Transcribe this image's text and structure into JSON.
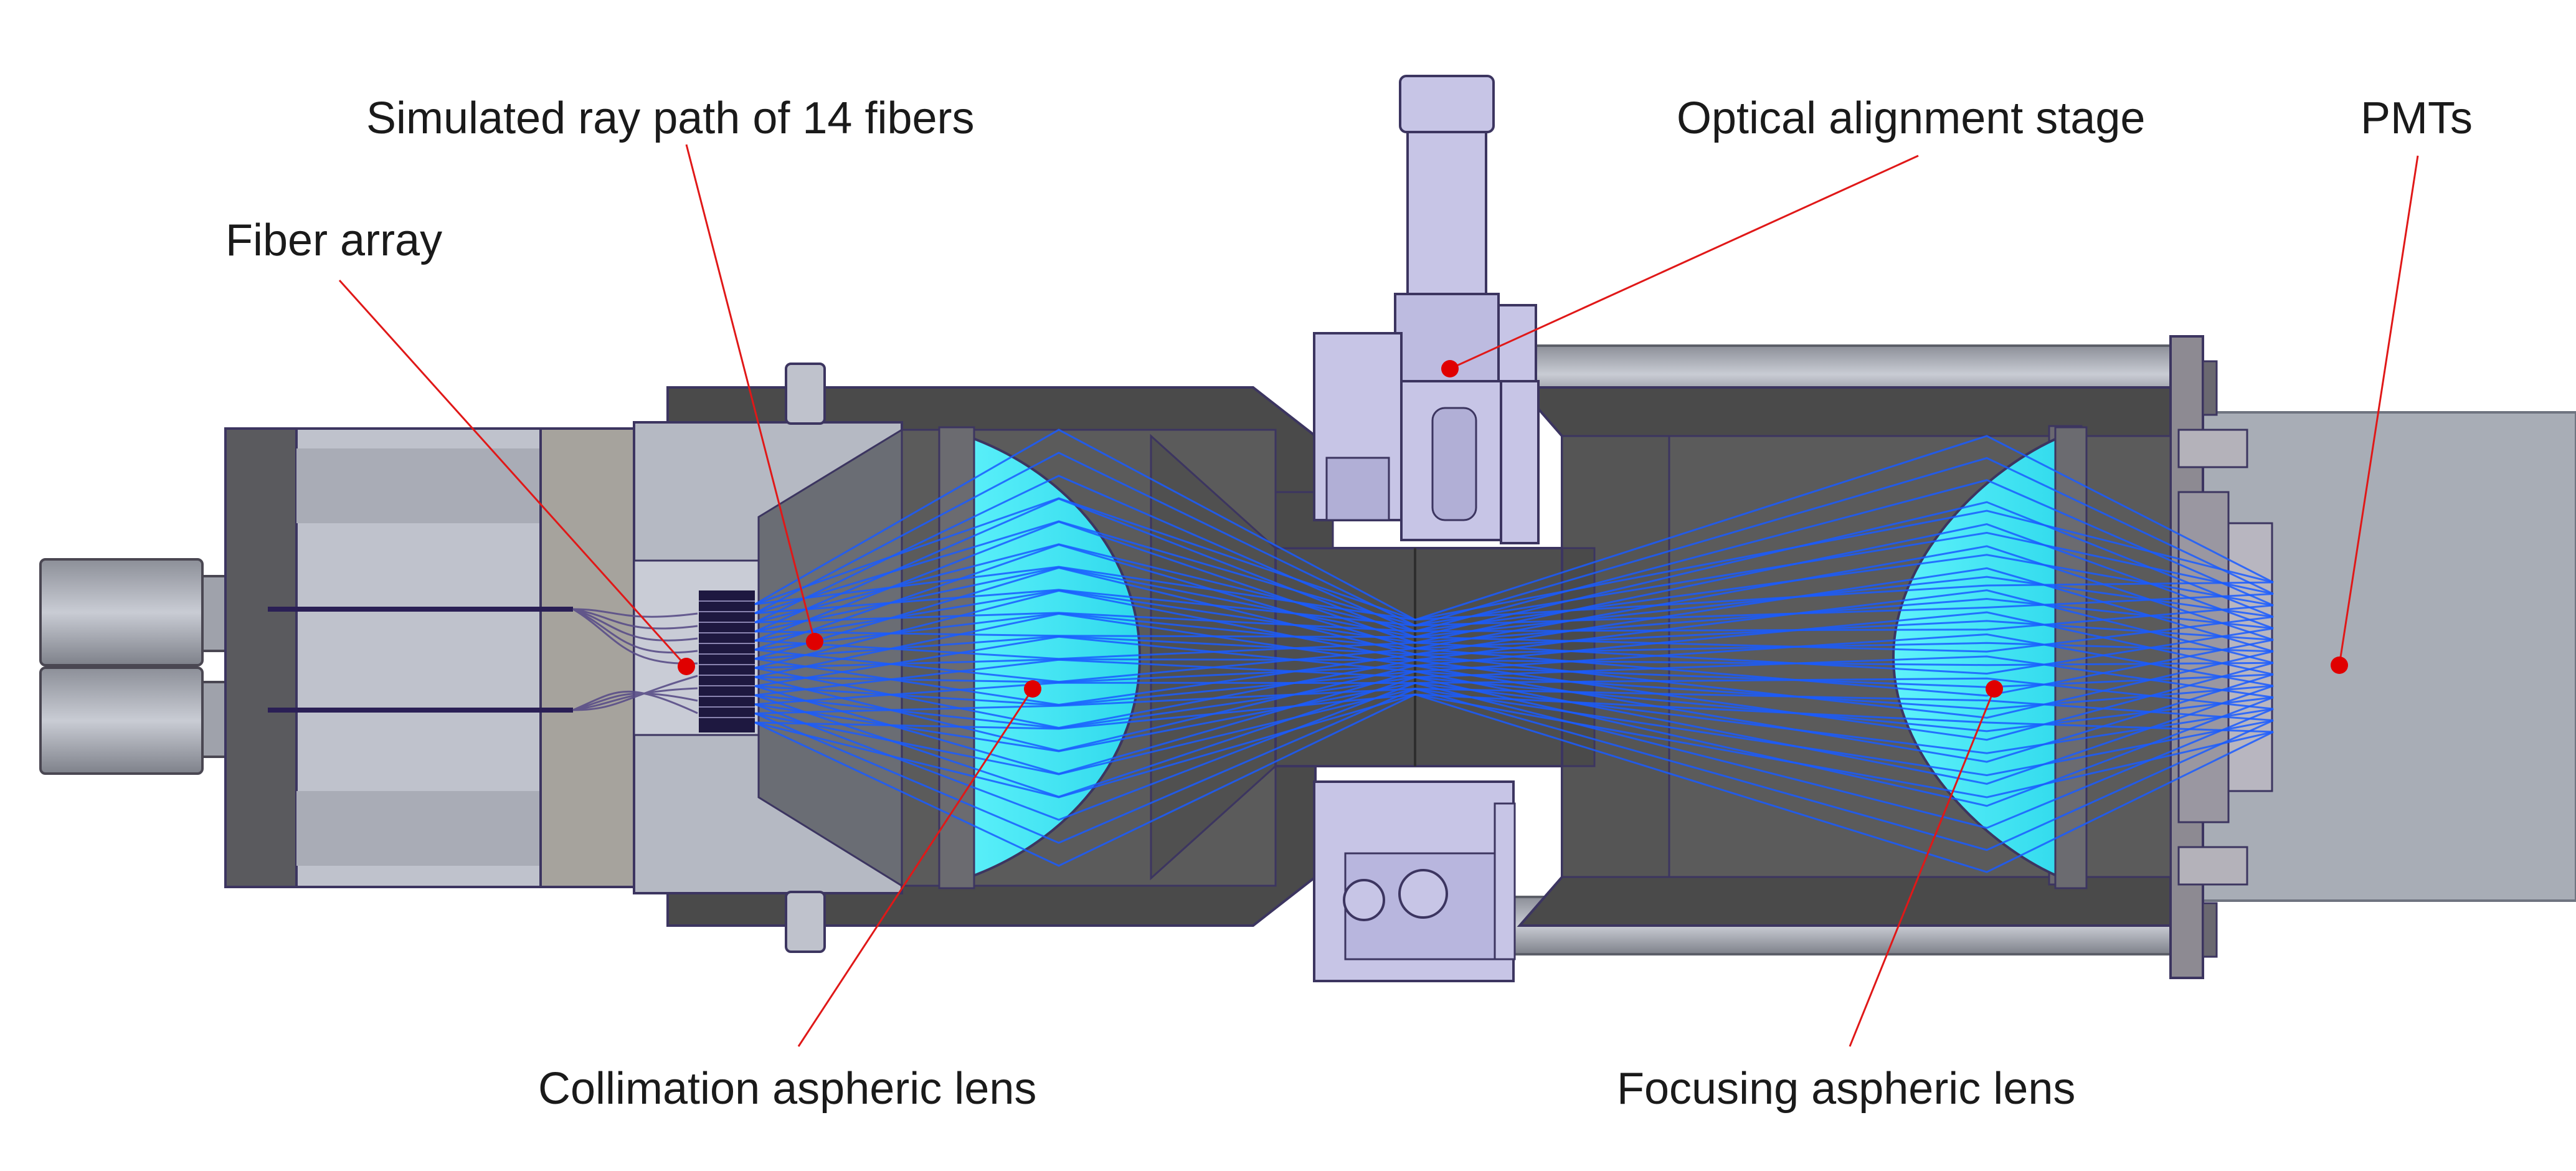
{
  "diagram": {
    "labels": {
      "fiber_array": "Fiber array",
      "ray_path": "Simulated ray path of 14 fibers",
      "alignment_stage": "Optical alignment stage",
      "pmts": "PMTs",
      "collimation_lens": "Collimation aspheric lens",
      "focusing_lens": "Focusing aspheric lens"
    },
    "fiber_count": 14,
    "colors": {
      "ray": "#1a5cff",
      "lens": "#3fe8f5",
      "housing_dark": "#4a4a4a",
      "housing_mid": "#5e5e5e",
      "metal_light": "#b9bcc6",
      "metal_mid": "#9b9ea8",
      "stage": "#c7c5e6",
      "pmt": "#a8adb6",
      "leader": "#e01818",
      "marker": "#e00000",
      "outline": "#3c3560"
    }
  }
}
